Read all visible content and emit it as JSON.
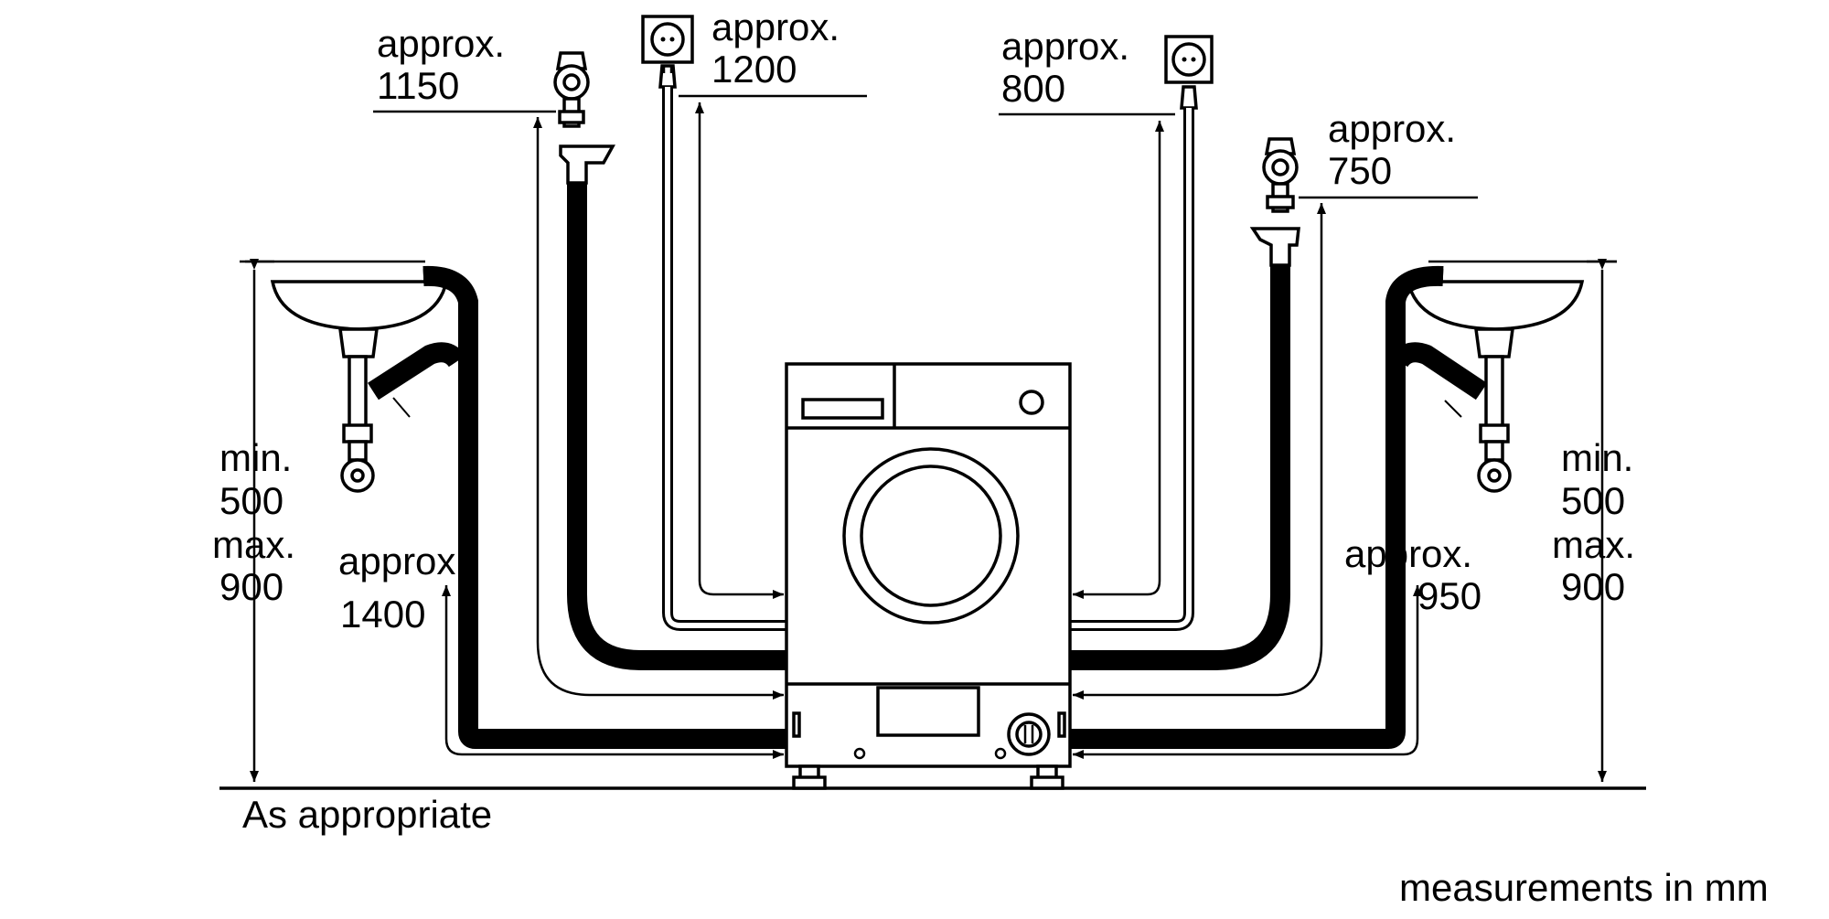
{
  "labels": {
    "left_tap_approx": "approx.",
    "left_tap_value": "1150",
    "left_socket_approx": "approx.",
    "left_socket_value": "1200",
    "right_socket_approx": "approx.",
    "right_socket_value": "800",
    "right_tap_approx": "approx.",
    "right_tap_value": "750",
    "left_drain_approx": "approx.",
    "left_drain_value": "1400",
    "right_drain_approx": "approx.",
    "right_drain_value": "950",
    "left_height_min": "min.",
    "left_height_min_value": "500",
    "left_height_max": "max.",
    "left_height_max_value": "900",
    "right_height_min": "min.",
    "right_height_min_value": "500",
    "right_height_max": "max.",
    "right_height_max_value": "900",
    "floor_note": "As appropriate",
    "units_note": "measurements in mm"
  }
}
